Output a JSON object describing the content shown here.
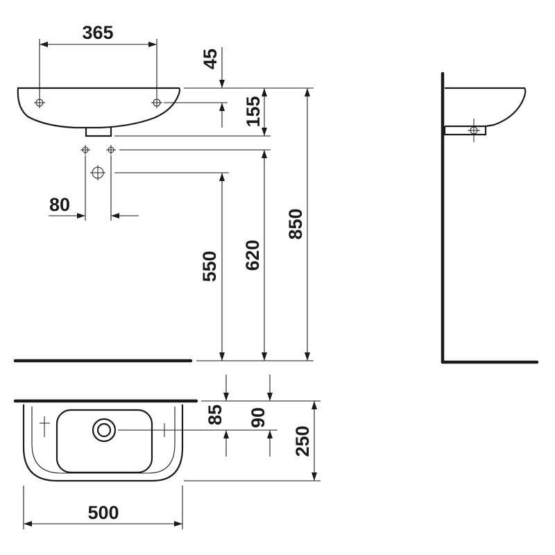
{
  "colors": {
    "ink": "#1a1a1a",
    "background": "#ffffff"
  },
  "views": [
    "front-elevation",
    "side-elevation",
    "plan"
  ],
  "dimensions": {
    "fixing_holes_spacing": "365",
    "top_to_fixing_holes": "45",
    "top_to_waste_outlet": "155",
    "supply_spacing": "80",
    "waste_height": "550",
    "supply_height": "620",
    "rim_height": "850",
    "plan_depth_to_bowl_edge": "85",
    "plan_depth_to_waste": "90",
    "plan_projection": "250",
    "plan_width": "500"
  }
}
